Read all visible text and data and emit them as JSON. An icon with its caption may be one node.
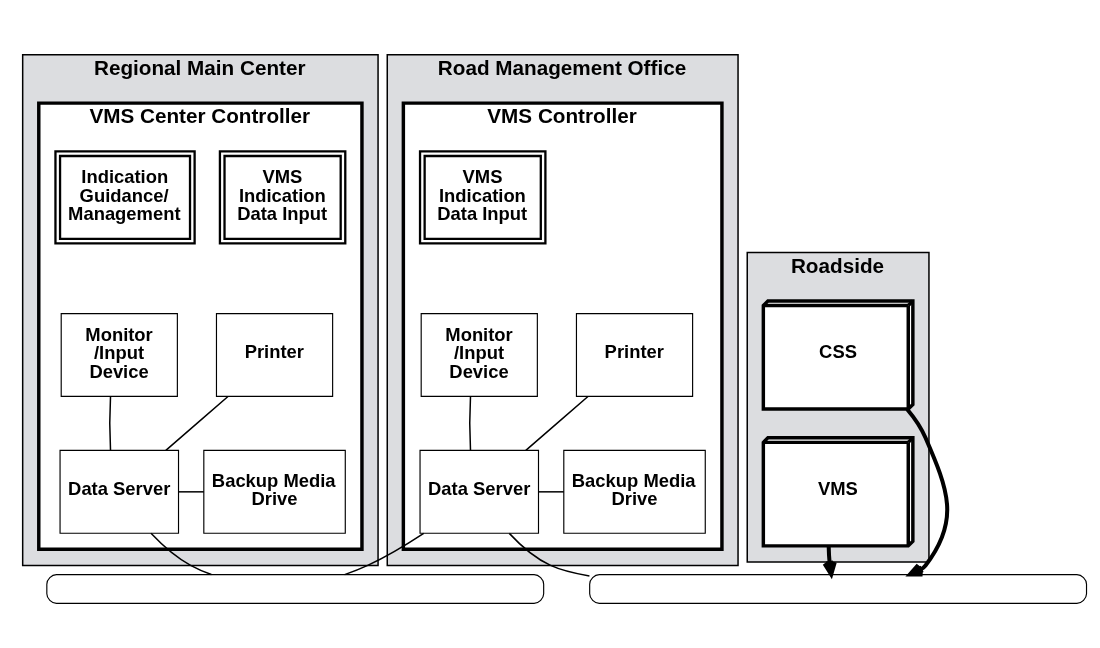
{
  "diagram": {
    "nodes": [
      {
        "text": [
          "Regional Main Center"
        ]
      },
      {
        "text": [
          "VMS Center Controller"
        ],
        "in": 0
      },
      {
        "text": [
          "Indication Guidance/ Management"
        ],
        "in": 1
      },
      {
        "text": [
          "VMS Indication Data Input"
        ],
        "in": 1
      },
      {
        "text": [
          "Monitor /Input Device"
        ],
        "in": 1
      },
      {
        "text": [
          "Printer"
        ],
        "in": 1
      },
      {
        "text": [
          "Data Server"
        ],
        "in": 1
      },
      {
        "text": [
          "Backup Media Drive"
        ],
        "in": 1
      },
      {
        "text": [
          "Road Management Office"
        ]
      },
      {
        "text": [
          "VMS Controller"
        ],
        "in": 8
      },
      {
        "text": [
          "VMS Indication Data Input"
        ],
        "in": 9
      },
      {
        "text": [
          "Monitor /Input Device"
        ],
        "in": 9
      },
      {
        "text": [
          "Printer"
        ],
        "in": 9
      },
      {
        "text": [
          "Data Server"
        ],
        "in": 9
      },
      {
        "text": [
          "Backup Media Drive"
        ],
        "in": 9
      },
      {
        "text": [
          "Roadside"
        ]
      },
      {
        "text": [
          "CSS"
        ],
        "in": 15
      },
      {
        "text": [
          "VMS"
        ],
        "in": 15
      },
      {
        "text": [],
        "shape": "bar"
      },
      {
        "text": [],
        "shape": "bar"
      }
    ],
    "edges": [
      {
        "from": 4,
        "to": 6,
        "arrow": "none"
      },
      {
        "from": 5,
        "to": 6,
        "arrow": "none"
      },
      {
        "from": 6,
        "to": 7,
        "arrow": "none"
      },
      {
        "from": 11,
        "to": 13,
        "arrow": "none"
      },
      {
        "from": 12,
        "to": 13,
        "arrow": "none"
      },
      {
        "from": 13,
        "to": 14,
        "arrow": "none"
      },
      {
        "from": 6,
        "to": 18,
        "arrow": "none"
      },
      {
        "from": 13,
        "to": 18,
        "arrow": "none"
      },
      {
        "from": 13,
        "to": 19,
        "arrow": "none"
      },
      {
        "from": 16,
        "to": 19,
        "arrow": "to",
        "style": "thick"
      },
      {
        "from": 17,
        "to": 19,
        "arrow": "to",
        "style": "thick"
      }
    ]
  }
}
